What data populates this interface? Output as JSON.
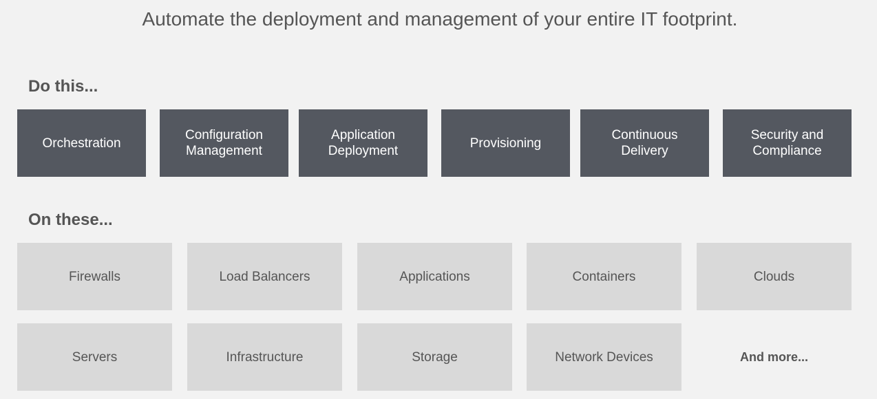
{
  "headline": "Automate the deployment and management of your entire IT footprint.",
  "do_this": {
    "title": "Do this...",
    "items": [
      "Orchestration",
      "Configuration\nManagement",
      "Application\nDeployment",
      "Provisioning",
      "Continuous\nDelivery",
      "Security and\nCompliance"
    ]
  },
  "on_these": {
    "title": "On these...",
    "items": [
      "Firewalls",
      "Load Balancers",
      "Applications",
      "Containers",
      "Clouds",
      "Servers",
      "Infrastructure",
      "Storage",
      "Network Devices",
      "And more..."
    ]
  },
  "colors": {
    "background": "#f2f2f2",
    "dark_tile": "#545860",
    "light_tile": "#d9d9d9",
    "text": "#555555"
  }
}
